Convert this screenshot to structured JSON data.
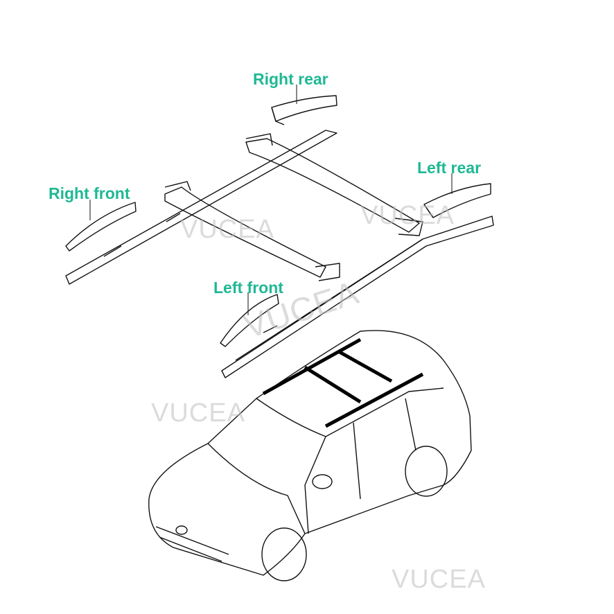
{
  "labels": {
    "right_rear": "Right rear",
    "left_rear": "Left rear",
    "right_front": "Right front",
    "left_front": "Left front"
  },
  "watermark": "VUCEA",
  "colors": {
    "label": "#1fb894",
    "line": "#111111",
    "roof_rail": "#000000"
  }
}
